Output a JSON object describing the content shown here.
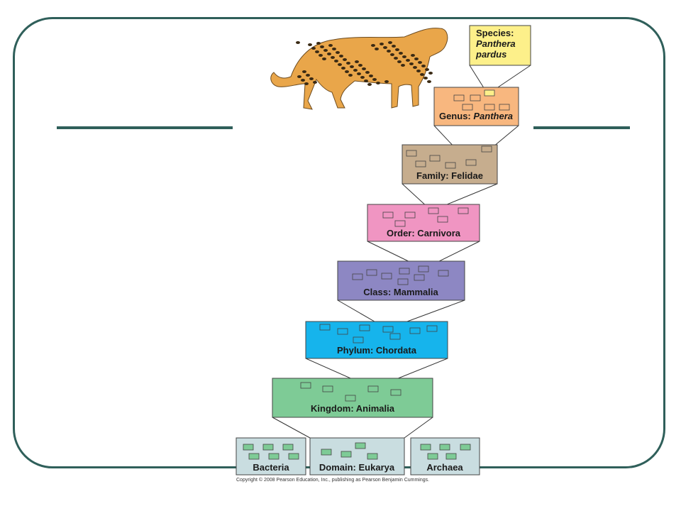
{
  "levels": {
    "species": {
      "prefix": "Species:",
      "name_line1": "Panthera",
      "name_line2": "pardus"
    },
    "genus": {
      "prefix": "Genus: ",
      "name": "Panthera"
    },
    "family": {
      "label": "Family: Felidae"
    },
    "order": {
      "label": "Order: Carnivora"
    },
    "class": {
      "label": "Class: Mammalia"
    },
    "phylum": {
      "label": "Phylum: Chordata"
    },
    "kingdom": {
      "label": "Kingdom: Animalia"
    },
    "domains": {
      "bacteria": "Bacteria",
      "eukarya": "Domain: Eukarya",
      "archaea": "Archaea"
    }
  },
  "colors": {
    "frame": "#2f5f5a",
    "species": "#fdf08a",
    "genus": "#f8b77f",
    "family": "#c6ad8e",
    "order": "#f095c2",
    "class": "#8d87c3",
    "phylum": "#16b4ec",
    "kingdom": "#7ecb96",
    "domain": "#c9dde0"
  },
  "image": {
    "name": "leopard"
  },
  "copyright": "Copyright © 2008 Pearson Education, Inc., publishing as Pearson Benjamin Cummings."
}
